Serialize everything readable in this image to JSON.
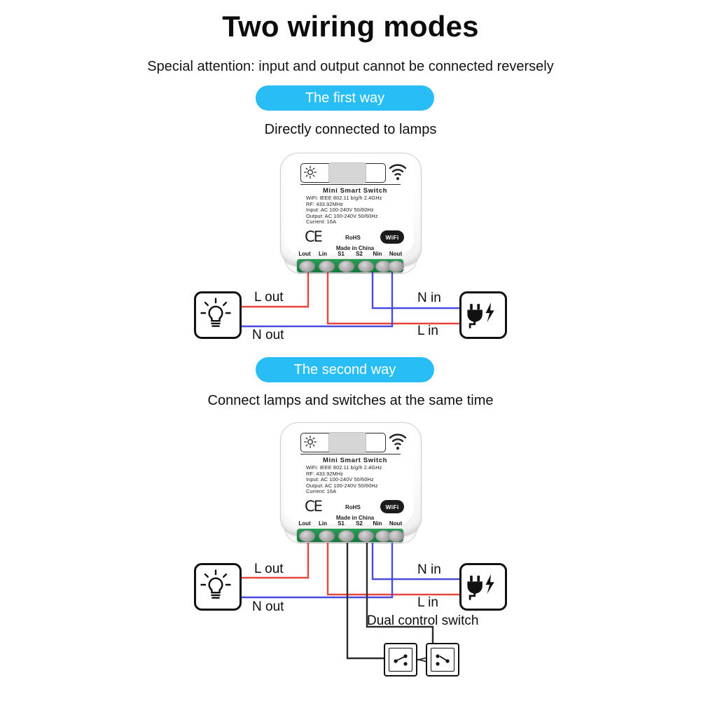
{
  "header": {
    "title": "Two wiring modes",
    "subtitle": "Special attention: input and output cannot be connected reversely"
  },
  "sections": [
    {
      "pill_label": "The first way",
      "caption": "Directly connected to lamps",
      "wire_labels": {
        "l_out": "L out",
        "n_out": "N out",
        "n_in": "N in",
        "l_in": "L in"
      },
      "icons": {
        "left": "lamp-icon",
        "right": "power-plug-icon"
      }
    },
    {
      "pill_label": "The second way",
      "caption": "Connect lamps and switches at the same time",
      "wire_labels": {
        "l_out": "L out",
        "n_out": "N out",
        "n_in": "N in",
        "l_in": "L in"
      },
      "switch_label": "Dual control switch",
      "icons": {
        "left": "lamp-icon",
        "right": "power-plug-icon",
        "switches": "two-way-switch-icon"
      }
    }
  ],
  "device": {
    "name": "Mini Smart Switch",
    "specs": [
      "WiFi: IEEE 802.11 b/g/h  2.4GHz",
      "RF: 433.92MHz",
      "Input: AC 100-240V  50/60Hz",
      "Output: AC 100-240V  50/60Hz",
      "Current: 16A"
    ],
    "certs": {
      "ce": "CE",
      "rohs": "RoHS",
      "wifi_badge": "WiFi"
    },
    "origin": "Made in China",
    "terminals": [
      "Lout",
      "Lin",
      "S1",
      "S2",
      "Nin",
      "Nout"
    ]
  },
  "colors": {
    "accent_pill": "#29bdf5",
    "wire_live": "#e8453c",
    "wire_neutral": "#4a4ae0",
    "wire_switch": "#2b2b2b",
    "pcb_green": "#1d8a48",
    "text": "#111111"
  }
}
